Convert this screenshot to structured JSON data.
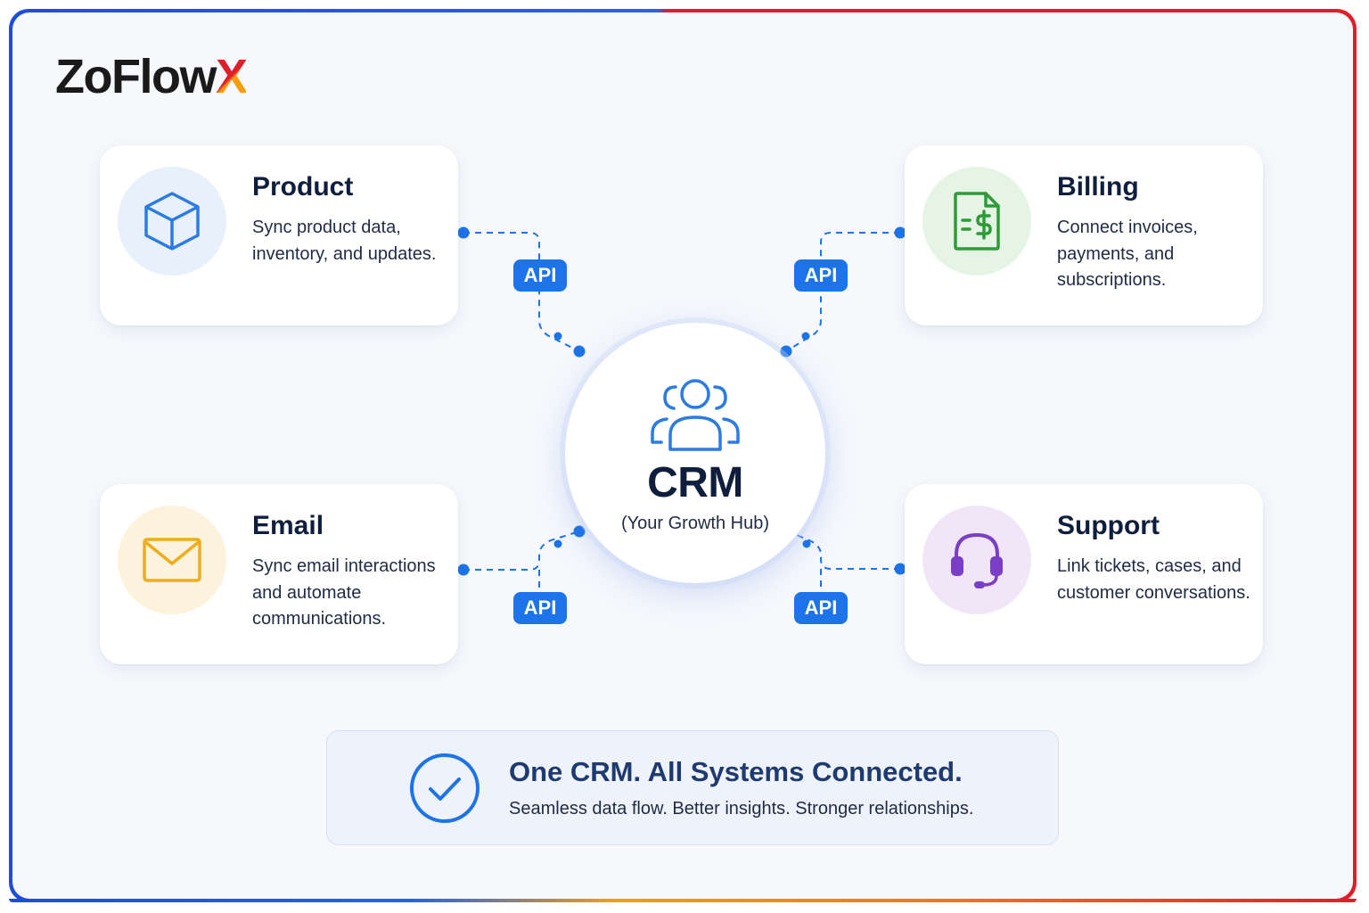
{
  "brand": {
    "name_main": "ZoFlow",
    "name_accent": "X"
  },
  "hub": {
    "title": "CRM",
    "subtitle": "(Your Growth Hub)",
    "icon": "users-group-icon"
  },
  "cards": [
    {
      "key": "product",
      "title": "Product",
      "description": "Sync product data, inventory, and updates.",
      "icon": "cube-icon",
      "icon_color": "#2b7be4",
      "bg_color": "#e8f0fc"
    },
    {
      "key": "billing",
      "title": "Billing",
      "description": "Connect invoices, payments, and subscriptions.",
      "icon": "invoice-dollar-icon",
      "icon_color": "#2f9a3a",
      "bg_color": "#e6f4e6"
    },
    {
      "key": "email",
      "title": "Email",
      "description": "Sync email interactions and automate communications.",
      "icon": "envelope-icon",
      "icon_color": "#efac1c",
      "bg_color": "#fdf3dd"
    },
    {
      "key": "support",
      "title": "Support",
      "description": "Link tickets, cases, and customer conversations.",
      "icon": "headset-icon",
      "icon_color": "#7a3fc6",
      "bg_color": "#f1e6f8"
    }
  ],
  "api_label": "API",
  "banner": {
    "title": "One CRM. All Systems Connected.",
    "subtitle": "Seamless data flow. Better insights. Stronger relationships.",
    "icon": "check-circle-icon"
  },
  "colors": {
    "accent": "#1d74e8",
    "text_dark": "#0f1e3d"
  }
}
